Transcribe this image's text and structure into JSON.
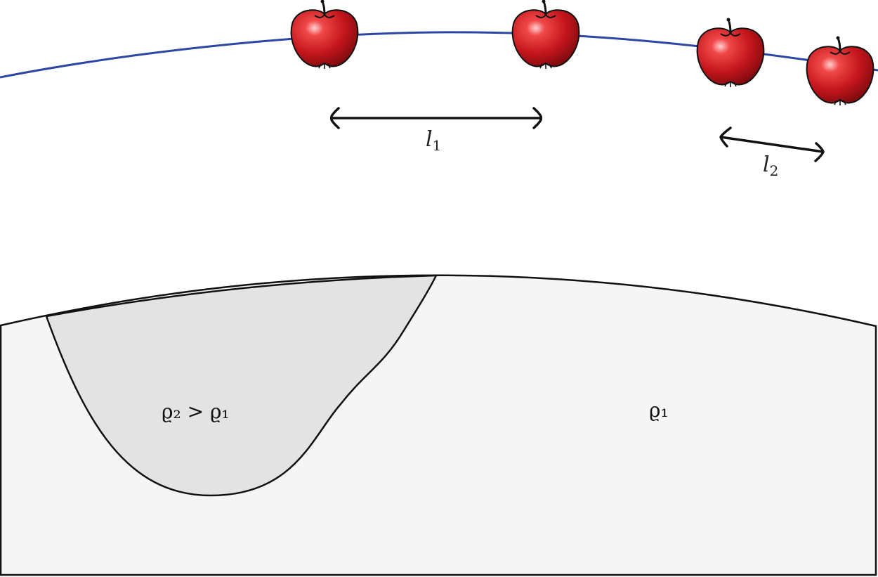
{
  "labels": {
    "l1_main": "l",
    "l1_sub": "1",
    "l2_main": "l",
    "l2_sub": "2",
    "dense_region": "ϱ₂ > ϱ₁",
    "base_region": "ϱ₁"
  },
  "colors": {
    "orbit": "#2c46a3",
    "apple": "#c4161c",
    "ground_fill": "#f5f5f5",
    "dense_fill": "#e3e3e3",
    "stroke": "#111111"
  },
  "icons": [
    "apple-icon",
    "double-arrow-icon"
  ]
}
